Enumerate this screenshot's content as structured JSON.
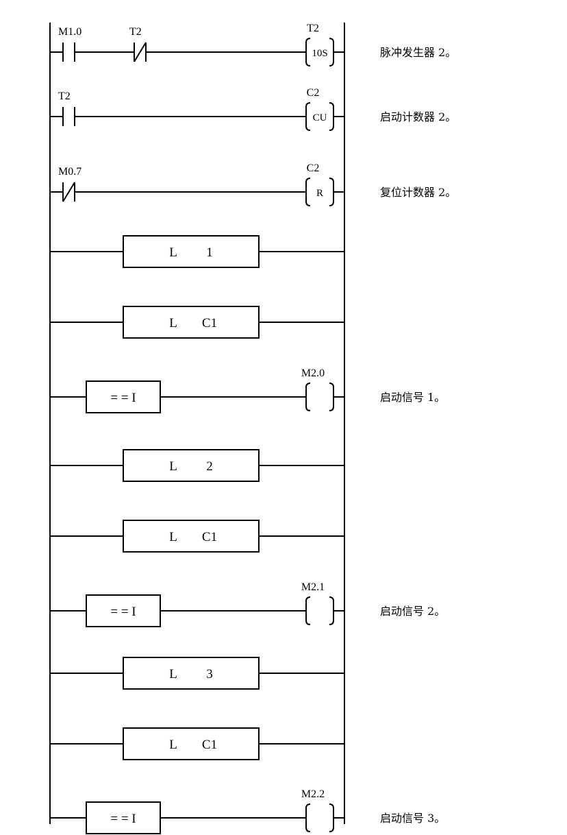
{
  "rungs": [
    {
      "type": "contacts-coil",
      "contacts": [
        {
          "label": "M1.0",
          "kind": "NO"
        },
        {
          "label": "T2",
          "kind": "NC"
        }
      ],
      "coil": {
        "label": "T2",
        "text": "10S"
      },
      "comment": "脉冲发生器 2。"
    },
    {
      "type": "contacts-coil",
      "contacts": [
        {
          "label": "T2",
          "kind": "NO"
        }
      ],
      "coil": {
        "label": "C2",
        "text": "CU"
      },
      "comment": "启动计数器 2。"
    },
    {
      "type": "contacts-coil",
      "contacts": [
        {
          "label": "M0.7",
          "kind": "NC"
        }
      ],
      "coil": {
        "label": "C2",
        "text": "R"
      },
      "comment": "复位计数器 2。"
    },
    {
      "type": "box",
      "op": "L",
      "arg": "1"
    },
    {
      "type": "box",
      "op": "L",
      "arg": "C1"
    },
    {
      "type": "compare",
      "text": "= = I",
      "coil": {
        "label": "M2.0",
        "text": ""
      },
      "comment": "启动信号 1。"
    },
    {
      "type": "box",
      "op": "L",
      "arg": "2"
    },
    {
      "type": "box",
      "op": "L",
      "arg": "C1"
    },
    {
      "type": "compare",
      "text": "= = I",
      "coil": {
        "label": "M2.1",
        "text": ""
      },
      "comment": "启动信号 2。"
    },
    {
      "type": "box",
      "op": "L",
      "arg": "3"
    },
    {
      "type": "box",
      "op": "L",
      "arg": "C1"
    },
    {
      "type": "compare",
      "text": "= = I",
      "coil": {
        "label": "M2.2",
        "text": ""
      },
      "comment": "启动信号 3。"
    }
  ]
}
